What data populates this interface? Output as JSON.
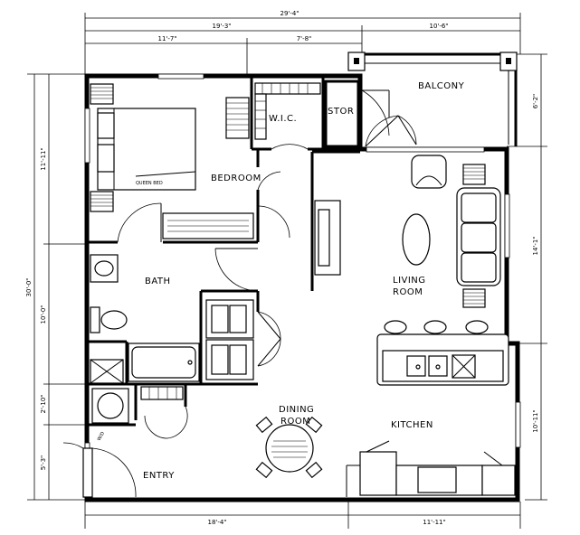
{
  "rooms": {
    "balcony": "BALCONY",
    "stor": "STOR",
    "wic": "W.I.C.",
    "bedroom": "BEDROOM",
    "bath": "BATH",
    "living": "LIVING",
    "living2": "ROOM",
    "dining": "DINING",
    "dining2": "ROOM",
    "kitchen": "KITCHEN",
    "entry": "ENTRY"
  },
  "labels": {
    "queen_bed": "QUEEN BED",
    "wd": "W/D"
  },
  "dimensions": {
    "overall_width": "29'-4\"",
    "top_left": "19'-3\"",
    "top_right": "10'-6\"",
    "mid_left": "11'-7\"",
    "mid_mid": "7'-8\"",
    "left_overall": "30'-0\"",
    "left_top": "11'-11\"",
    "left_mid": "10'-0\"",
    "left_low": "2'-10\"",
    "left_bottom": "5'-3\"",
    "right_top": "6'-2\"",
    "right_mid": "14'-1\"",
    "right_low": "10'-11\"",
    "bottom_left": "18'-4\"",
    "bottom_right": "11'-11\""
  }
}
